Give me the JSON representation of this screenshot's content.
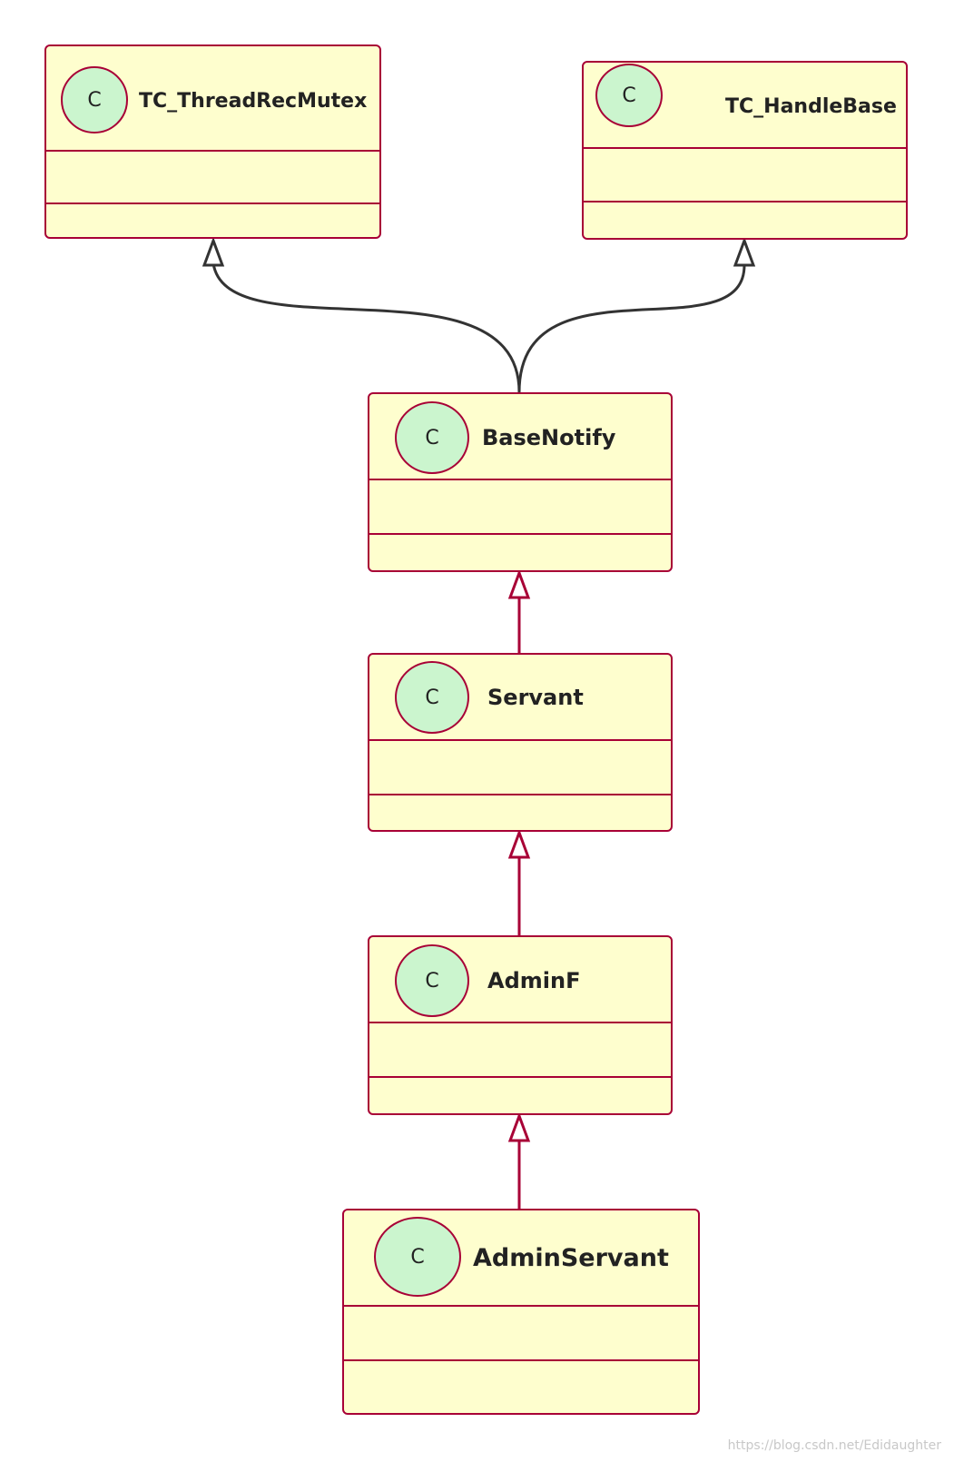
{
  "colors": {
    "box_fill": "#FEFECE",
    "box_border": "#A80036",
    "circle_fill": "#CBF5CE",
    "edge_dark": "#333333",
    "edge_accent": "#A80036"
  },
  "classes": {
    "thread_rec_mutex": {
      "stereotype": "C",
      "name": "TC_ThreadRecMutex"
    },
    "handle_base": {
      "stereotype": "C",
      "name": "TC_HandleBase"
    },
    "base_notify": {
      "stereotype": "C",
      "name": "BaseNotify"
    },
    "servant": {
      "stereotype": "C",
      "name": "Servant"
    },
    "admin_f": {
      "stereotype": "C",
      "name": "AdminF"
    },
    "admin_servant": {
      "stereotype": "C",
      "name": "AdminServant"
    }
  },
  "relations": [
    {
      "from": "BaseNotify",
      "to": "TC_ThreadRecMutex",
      "type": "inheritance"
    },
    {
      "from": "BaseNotify",
      "to": "TC_HandleBase",
      "type": "inheritance"
    },
    {
      "from": "Servant",
      "to": "BaseNotify",
      "type": "inheritance"
    },
    {
      "from": "AdminF",
      "to": "Servant",
      "type": "inheritance"
    },
    {
      "from": "AdminServant",
      "to": "AdminF",
      "type": "inheritance"
    }
  ],
  "watermark": "https://blog.csdn.net/Edidaughter"
}
